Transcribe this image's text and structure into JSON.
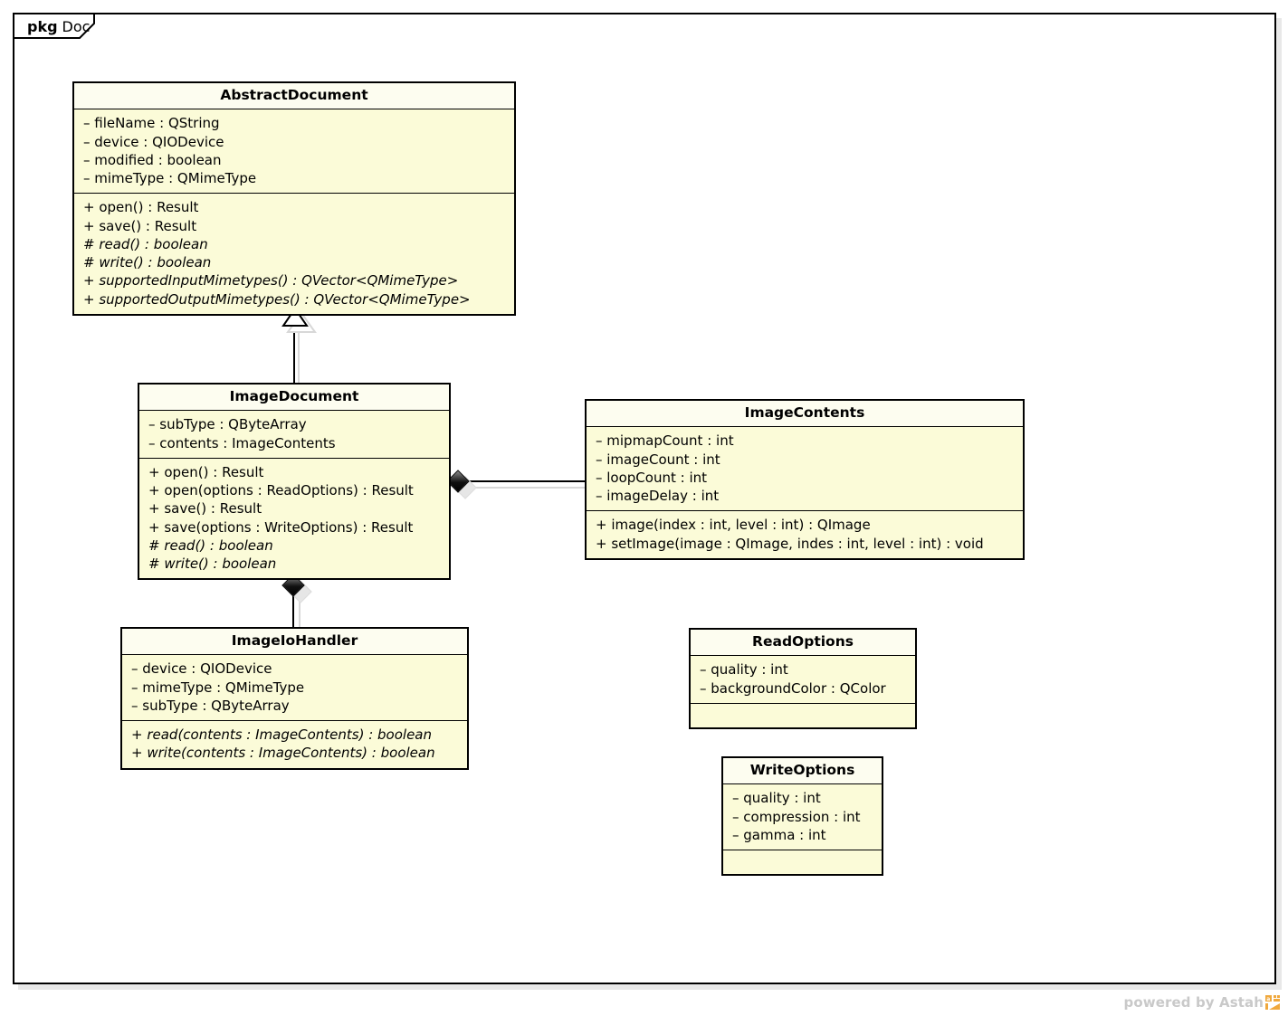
{
  "package": {
    "stereotype": "pkg",
    "name": "Doc"
  },
  "watermark": {
    "text": "powered by Astah",
    "logo_icon": "astah-logo-icon"
  },
  "colors": {
    "class_fill": "#fbfbd8",
    "class_title_fill": "#fdfdf0",
    "border": "#000000",
    "shadow": "#e4e4e4",
    "canvas": "#ffffff",
    "watermark_text": "#c9c9c9",
    "watermark_logo": "#f0a83c"
  },
  "classes": [
    {
      "id": "abstract-document",
      "name": "AbstractDocument",
      "attributes": [
        {
          "text": "– fileName : QString",
          "abstract": false
        },
        {
          "text": "– device : QIODevice",
          "abstract": false
        },
        {
          "text": "– modified : boolean",
          "abstract": false
        },
        {
          "text": "– mimeType : QMimeType",
          "abstract": false
        }
      ],
      "operations": [
        {
          "text": "+ open() : Result",
          "abstract": false
        },
        {
          "text": "+ save() : Result",
          "abstract": false
        },
        {
          "text": "# read() : boolean",
          "abstract": true
        },
        {
          "text": "# write() : boolean",
          "abstract": true
        },
        {
          "text": "+ supportedInputMimetypes() : QVector<QMimeType>",
          "abstract": true
        },
        {
          "text": "+ supportedOutputMimetypes() : QVector<QMimeType>",
          "abstract": true
        }
      ]
    },
    {
      "id": "image-document",
      "name": "ImageDocument",
      "attributes": [
        {
          "text": "– subType : QByteArray",
          "abstract": false
        },
        {
          "text": "– contents : ImageContents",
          "abstract": false
        }
      ],
      "operations": [
        {
          "text": "+ open() : Result",
          "abstract": false
        },
        {
          "text": "+ open(options : ReadOptions) : Result",
          "abstract": false
        },
        {
          "text": "+ save() : Result",
          "abstract": false
        },
        {
          "text": "+ save(options : WriteOptions) : Result",
          "abstract": false
        },
        {
          "text": "# read() : boolean",
          "abstract": true
        },
        {
          "text": "# write() : boolean",
          "abstract": true
        }
      ]
    },
    {
      "id": "image-contents",
      "name": "ImageContents",
      "attributes": [
        {
          "text": "– mipmapCount : int",
          "abstract": false
        },
        {
          "text": "– imageCount : int",
          "abstract": false
        },
        {
          "text": "– loopCount : int",
          "abstract": false
        },
        {
          "text": "– imageDelay : int",
          "abstract": false
        }
      ],
      "operations": [
        {
          "text": "+ image(index : int, level : int) : QImage",
          "abstract": false
        },
        {
          "text": "+ setImage(image : QImage, indes : int, level : int) : void",
          "abstract": false
        }
      ]
    },
    {
      "id": "image-io-handler",
      "name": "ImageIoHandler",
      "attributes": [
        {
          "text": "– device : QIODevice",
          "abstract": false
        },
        {
          "text": "– mimeType : QMimeType",
          "abstract": false
        },
        {
          "text": "– subType : QByteArray",
          "abstract": false
        }
      ],
      "operations": [
        {
          "text": "+ read(contents : ImageContents) : boolean",
          "abstract": true
        },
        {
          "text": "+ write(contents : ImageContents) : boolean",
          "abstract": true
        }
      ]
    },
    {
      "id": "read-options",
      "name": "ReadOptions",
      "attributes": [
        {
          "text": "– quality : int",
          "abstract": false
        },
        {
          "text": "– backgroundColor : QColor",
          "abstract": false
        }
      ],
      "operations": []
    },
    {
      "id": "write-options",
      "name": "WriteOptions",
      "attributes": [
        {
          "text": "– quality : int",
          "abstract": false
        },
        {
          "text": "– compression : int",
          "abstract": false
        },
        {
          "text": "– gamma : int",
          "abstract": false
        }
      ],
      "operations": []
    }
  ],
  "relationships": [
    {
      "id": "generalization-imagedocument-abstractdocument",
      "type": "generalization",
      "source": "ImageDocument",
      "target": "AbstractDocument"
    },
    {
      "id": "composition-imagedocument-imagecontents",
      "type": "composition",
      "source": "ImageDocument",
      "target": "ImageContents"
    },
    {
      "id": "composition-imagedocument-imageiohandler",
      "type": "composition",
      "source": "ImageDocument",
      "target": "ImageIoHandler"
    }
  ]
}
